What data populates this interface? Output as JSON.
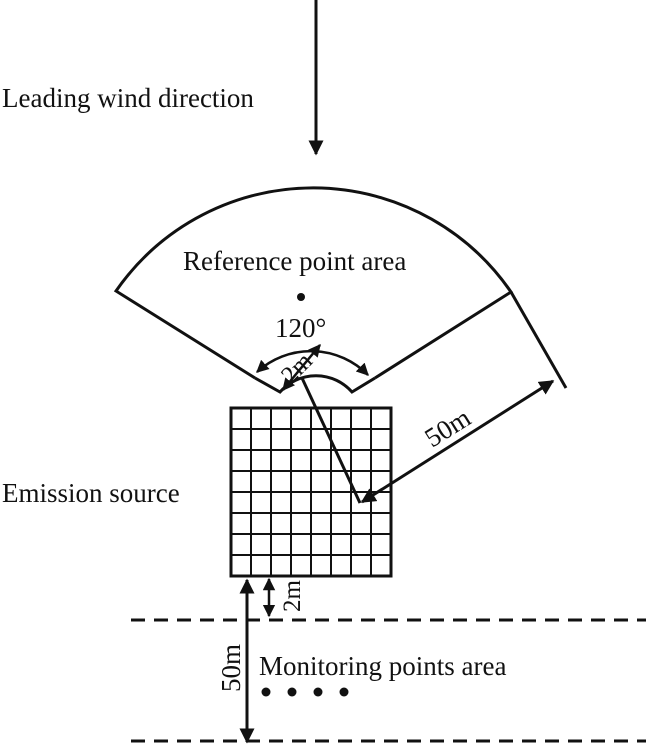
{
  "labels": {
    "wind": "Leading wind direction",
    "reference_area": "Reference point area",
    "angle": "120°",
    "upwind_offset": "2m",
    "radius": "50m",
    "emission_source": "Emission source",
    "downwind_offset": "2m",
    "downwind_depth": "50m",
    "monitoring_area": "Monitoring points area"
  },
  "monitoring_points_count": 4,
  "grid_divisions": 8,
  "colors": {
    "ink": "#111111",
    "background": "#ffffff"
  }
}
